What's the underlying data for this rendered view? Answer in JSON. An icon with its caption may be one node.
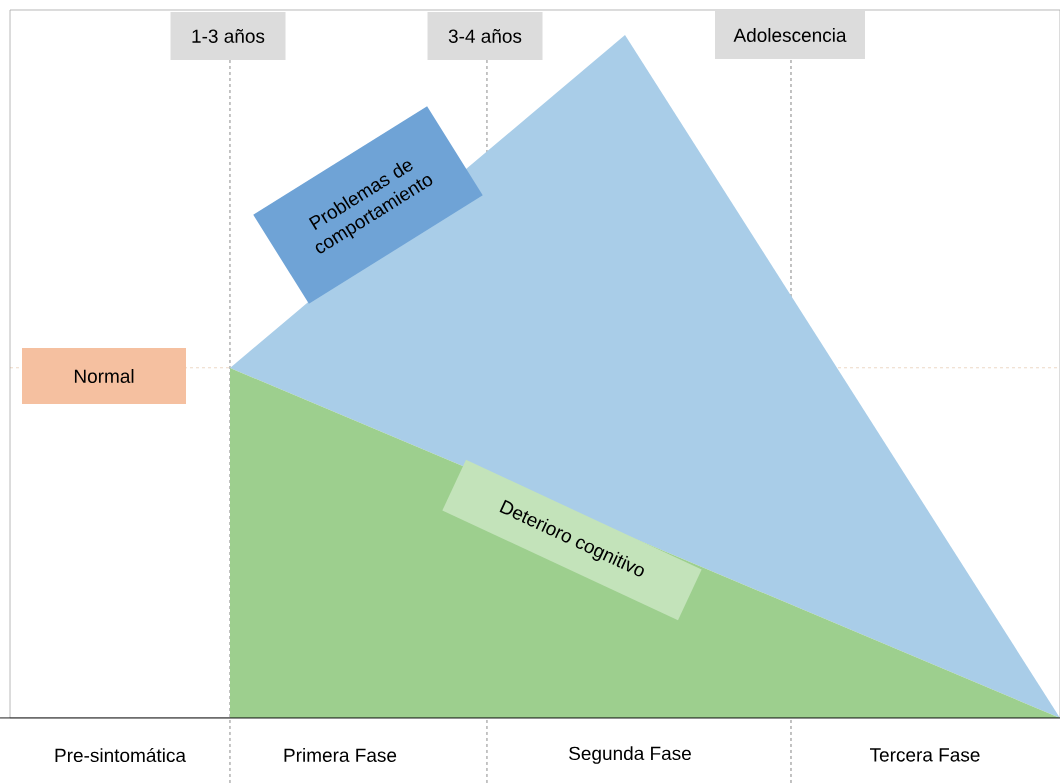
{
  "diagram": {
    "nodes": [
      {
        "text": [
          "1-3 años"
        ]
      },
      {
        "text": [
          "3-4 años"
        ]
      },
      {
        "text": [
          "Adolescencia"
        ]
      },
      {
        "text": [
          "Problemas de comportamiento"
        ]
      },
      {
        "text": [
          "Normal"
        ]
      },
      {
        "text": [
          "Deterioro cognitivo"
        ]
      }
    ],
    "labels": [
      "Pre-sintomática",
      "Primera Fase",
      "Segunda Fase",
      "Tercera Fase"
    ]
  }
}
